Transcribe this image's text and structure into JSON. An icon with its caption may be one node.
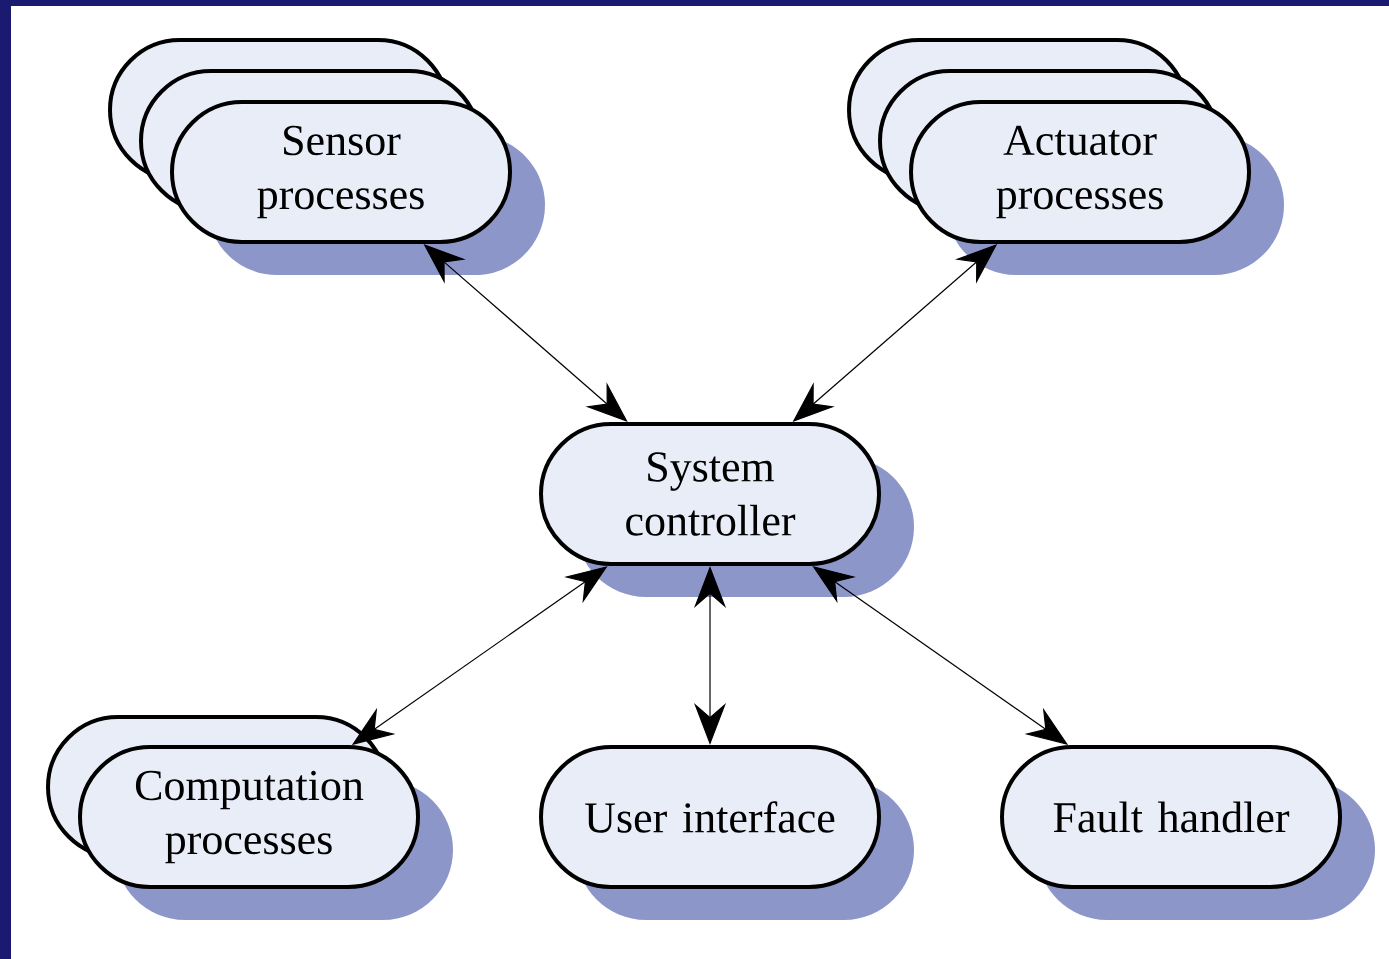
{
  "diagram": {
    "nodes": [
      {
        "text": [
          "Sensor processes"
        ]
      },
      {
        "text": [
          "Actuator processes"
        ]
      },
      {
        "text": [
          "System controller"
        ]
      },
      {
        "text": [
          "Computation processes"
        ]
      },
      {
        "text": [
          "User interface"
        ]
      },
      {
        "text": [
          "Fault handler"
        ]
      }
    ],
    "edges": [
      {
        "from": 0,
        "to": 2,
        "arrow": "both"
      },
      {
        "from": 1,
        "to": 2,
        "arrow": "both"
      },
      {
        "from": 3,
        "to": 2,
        "arrow": "both"
      },
      {
        "from": 4,
        "to": 2,
        "arrow": "both"
      },
      {
        "from": 5,
        "to": 2,
        "arrow": "both"
      }
    ]
  }
}
